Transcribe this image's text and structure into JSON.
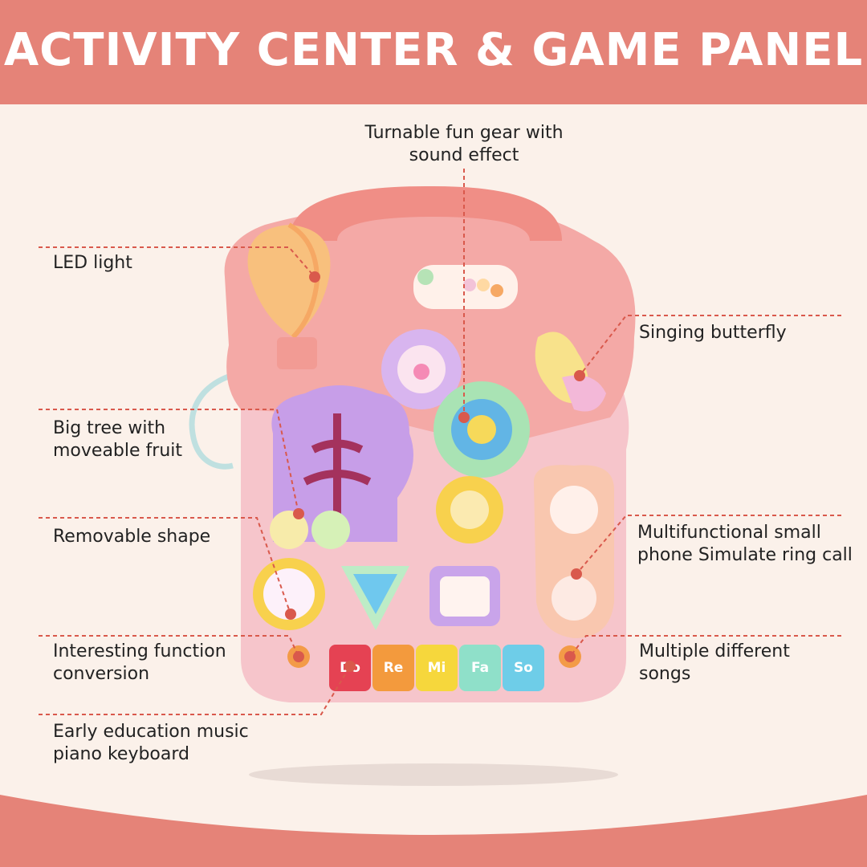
{
  "header": {
    "title": "ACTIVITY CENTER & GAME PANEL"
  },
  "features": {
    "gear": [
      "Turnable fun gear with",
      "sound effect"
    ],
    "led": [
      "LED light"
    ],
    "butterfly": [
      "Singing butterfly"
    ],
    "tree": [
      "Big tree with",
      "moveable fruit"
    ],
    "shape": [
      "Removable shape"
    ],
    "phone": [
      "Multifunctional small",
      "phone Simulate ring call"
    ],
    "conversion": [
      "Interesting function",
      "conversion"
    ],
    "songs": [
      "Multiple different",
      "songs"
    ],
    "piano": [
      "Early education music",
      "piano keyboard"
    ]
  },
  "piano_keys": [
    "Do",
    "Re",
    "Mi",
    "Fa",
    "So"
  ],
  "colors": {
    "header": "#e58378",
    "background": "#fbf1ea",
    "callout_line": "#d9594c",
    "toy_body": "#f4a9a6",
    "toy_handle": "#f08e86"
  }
}
